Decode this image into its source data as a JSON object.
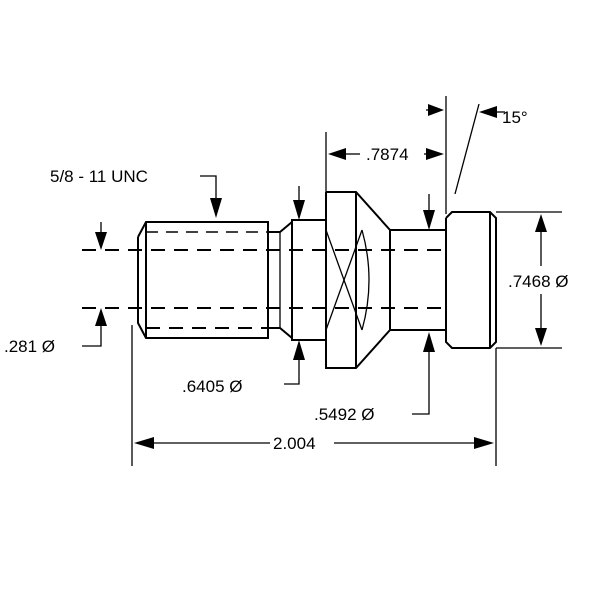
{
  "drawing": {
    "colors": {
      "ink": "#000000",
      "background": "#ffffff"
    },
    "labels": {
      "thread": "5/8 - 11 UNC",
      "minor_dia": ".281 Ø",
      "neck_dia": ".6405 Ø",
      "groove_dia": ".5492 Ø",
      "flange_width": ".7874",
      "angle": "15°",
      "head_dia": ".7468 Ø",
      "overall_length": "2.004"
    }
  }
}
